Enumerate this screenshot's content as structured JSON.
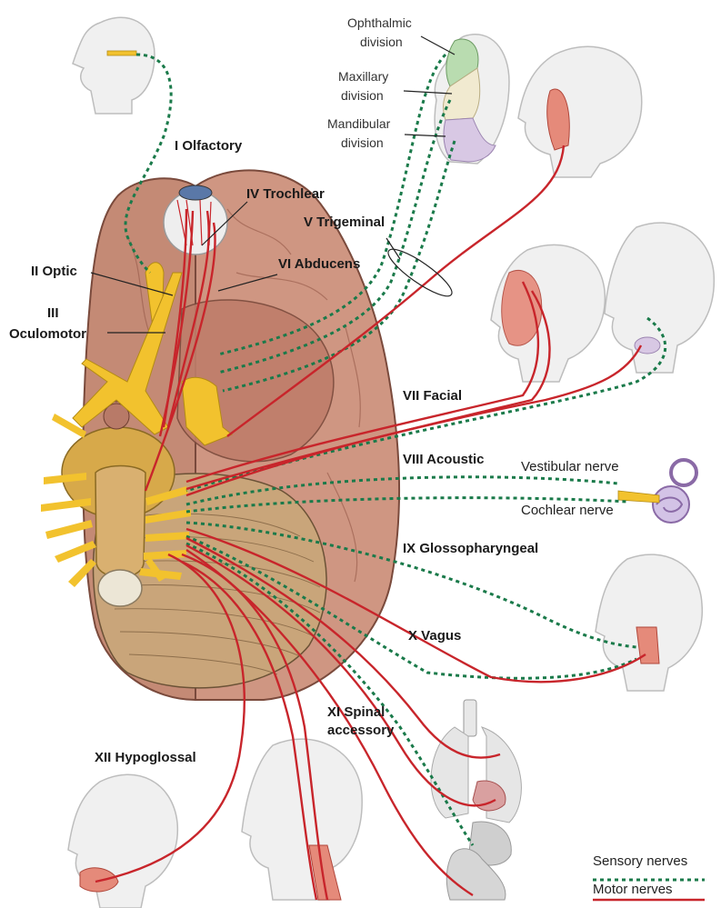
{
  "labels": {
    "olfactory": "I Olfactory",
    "optic": "II Optic",
    "oculomotor_1": "III",
    "oculomotor_2": "Oculomotor",
    "trochlear": "IV Trochlear",
    "trigeminal": "V Trigeminal",
    "abducens": "VI Abducens",
    "facial": "VII Facial",
    "acoustic": "VIII Acoustic",
    "glossopharyngeal": "IX Glossopharyngeal",
    "vagus": "X Vagus",
    "spinal_accessory_1": "XI Spinal",
    "spinal_accessory_2": "accessory",
    "hypoglossal": "XII Hypoglossal"
  },
  "trigeminal_divisions": {
    "ophthalmic_1": "Ophthalmic",
    "ophthalmic_2": "division",
    "maxillary_1": "Maxillary",
    "maxillary_2": "division",
    "mandibular_1": "Mandibular",
    "mandibular_2": "division"
  },
  "acoustic_branches": {
    "vestibular": "Vestibular nerve",
    "cochlear": "Cochlear nerve"
  },
  "legend": {
    "sensory": "Sensory nerves",
    "motor": "Motor nerves"
  },
  "colors": {
    "sensory": "#1a7a4a",
    "motor": "#c8252b",
    "nerve_yellow": "#f2c22e",
    "brain": "#c98d78",
    "cerebellum": "#c9a57a",
    "ophthalmic": "#b9dcb0",
    "maxillary": "#f1ead0",
    "mandibular": "#d8c8e4"
  }
}
